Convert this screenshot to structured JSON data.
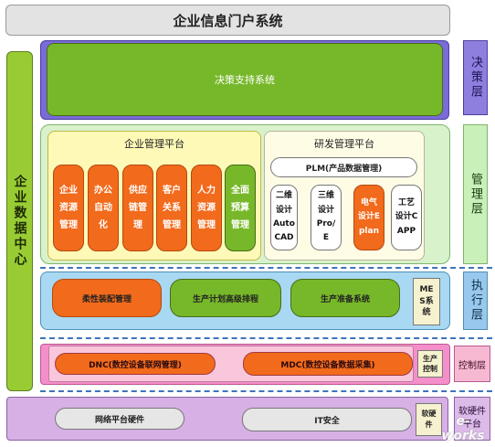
{
  "title": "企业信息门户系统",
  "data_center": "企业数据中心",
  "decision": {
    "system": "决策支持系统",
    "layer": "决策层"
  },
  "management": {
    "layer": "管理层",
    "enterprise_platform": {
      "title": "企业管理平台",
      "modules": [
        "企业资源管理",
        "办公自动化",
        "供应链管理",
        "客户关系管理",
        "人力资源管理",
        "全面预算管理"
      ]
    },
    "rnd_platform": {
      "title": "研发管理平台",
      "plm": "PLM(产品数据管理)",
      "tools": [
        "二维设计AutoCAD",
        "三维设计Pro/E",
        "电气设计Eplan",
        "工艺设计CAPP"
      ]
    }
  },
  "execution": {
    "layer": "执行层",
    "modules": [
      "柔性装配管理",
      "生产计划高级排程",
      "生产准备系统"
    ],
    "mes": "MES系统"
  },
  "control": {
    "layer": "控制层",
    "modules": [
      "DNC(数控设备联网管理)",
      "MDC(数控设备数据采集)"
    ],
    "side": "生产控制"
  },
  "hardware": {
    "layer": "软硬件平台",
    "modules": [
      "网络平台硬件",
      "IT安全"
    ],
    "side": "软硬件"
  },
  "watermark": "e-works",
  "colors": {
    "orange": "#f26a1b",
    "green": "#77b82a",
    "purple": "#7a6bd9",
    "light_green": "#d8f2cc",
    "light_blue": "#a9d8f2",
    "pink": "#f58fcb",
    "lavender": "#d7b0e6"
  }
}
